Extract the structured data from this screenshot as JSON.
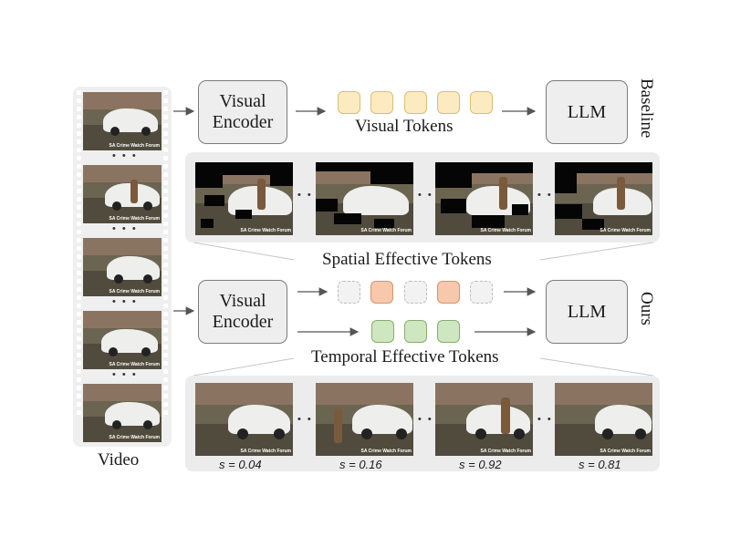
{
  "video": {
    "label": "Video",
    "watermark": "SA Crime Watch Forum",
    "ellipsis": "• • •"
  },
  "baseline": {
    "encoder_label": "Visual Encoder",
    "tokens_label": "Visual Tokens",
    "llm_label": "LLM",
    "side_label": "Baseline",
    "token_colors": [
      "yellow",
      "yellow",
      "yellow",
      "yellow",
      "yellow"
    ]
  },
  "spatial": {
    "label": "Spatial Effective Tokens"
  },
  "ours": {
    "encoder_label": "Visual Encoder",
    "llm_label": "LLM",
    "side_label": "Ours",
    "spatial_token_states": [
      "empty",
      "orange",
      "empty",
      "orange",
      "empty"
    ],
    "temporal_token_states": [
      "green",
      "green",
      "green"
    ]
  },
  "temporal": {
    "label": "Temporal Effective Tokens",
    "scores": [
      "s = 0.04",
      "s = 0.16",
      "s = 0.92",
      "s = 0.81"
    ]
  },
  "colors": {
    "token_yellow": "#fcebc1",
    "token_orange": "#f7c8ab",
    "token_green": "#cfe7c1",
    "box_fill": "#eeeeee",
    "panel_fill": "#ececec"
  }
}
